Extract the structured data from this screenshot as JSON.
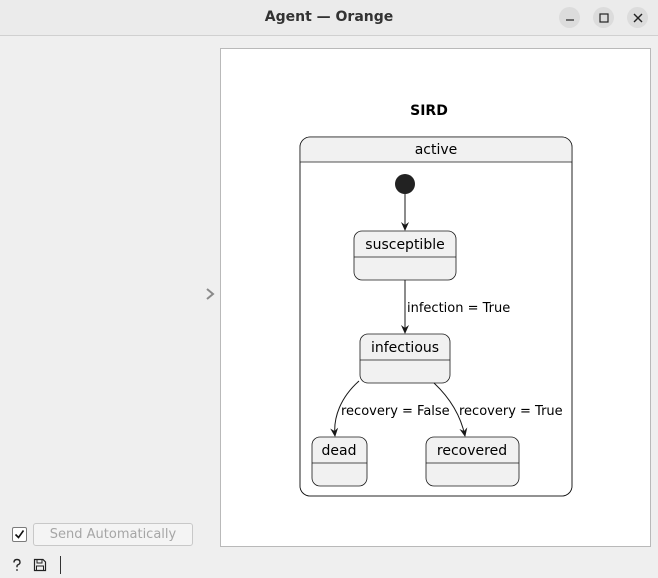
{
  "window": {
    "title": "Agent — Orange",
    "controls": [
      "minimize-icon",
      "maximize-icon",
      "close-icon"
    ]
  },
  "sidebar": {
    "collapse_icon": "chevron-right-icon"
  },
  "diagram": {
    "title": "SIRD",
    "composite_state": "active",
    "states": {
      "susceptible": "susceptible",
      "infectious": "infectious",
      "dead": "dead",
      "recovered": "recovered"
    },
    "transitions": {
      "infection": "infection = True",
      "to_dead": "recovery = False",
      "to_recovered": "recovery = True"
    }
  },
  "controls": {
    "send_automatically_checked": true,
    "send_automatically_label": "Send Automatically"
  },
  "statusbar": {
    "icons": [
      "help-icon",
      "save-icon"
    ]
  }
}
